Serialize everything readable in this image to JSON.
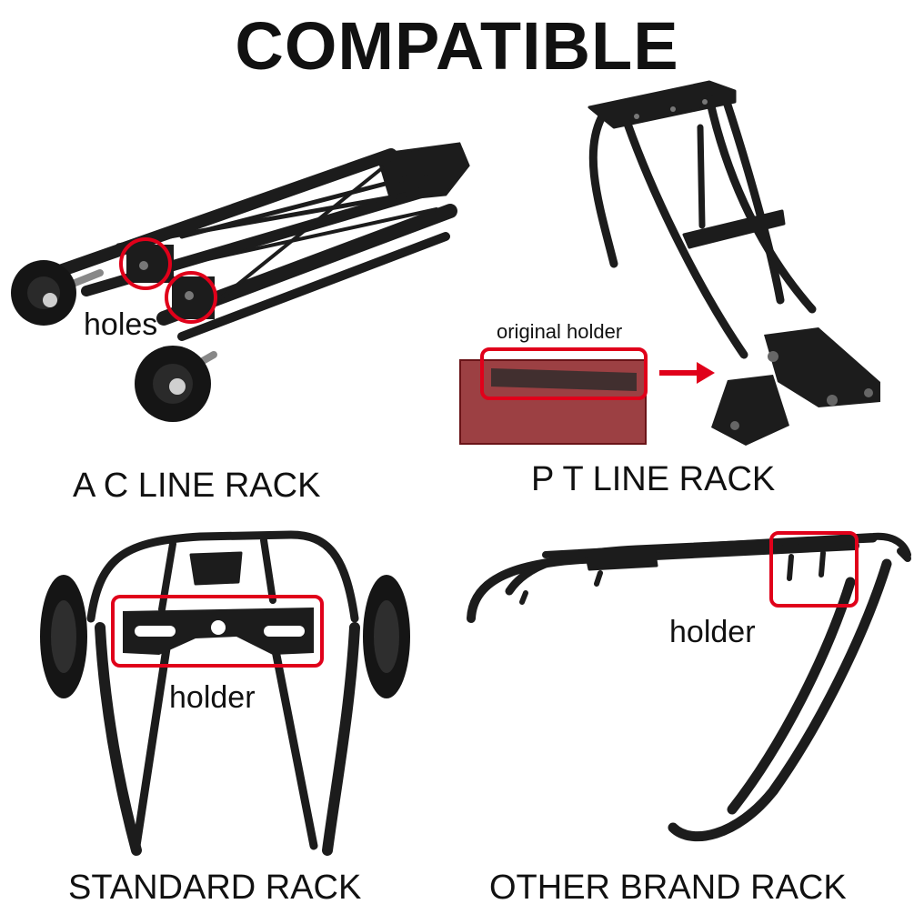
{
  "title": "COMPATIBLE",
  "panels": {
    "ac": {
      "caption": "A C LINE RACK",
      "annotation": "holes"
    },
    "pt": {
      "caption": "P T LINE RACK",
      "annotation": "original holder"
    },
    "standard": {
      "caption": "STANDARD RACK",
      "annotation": "holder"
    },
    "other": {
      "caption": "OTHER BRAND RACK",
      "annotation": "holder"
    }
  },
  "colors": {
    "frame": "#1c1c1c",
    "highlight": "#e0001a",
    "reflector": "#8b1e22"
  }
}
